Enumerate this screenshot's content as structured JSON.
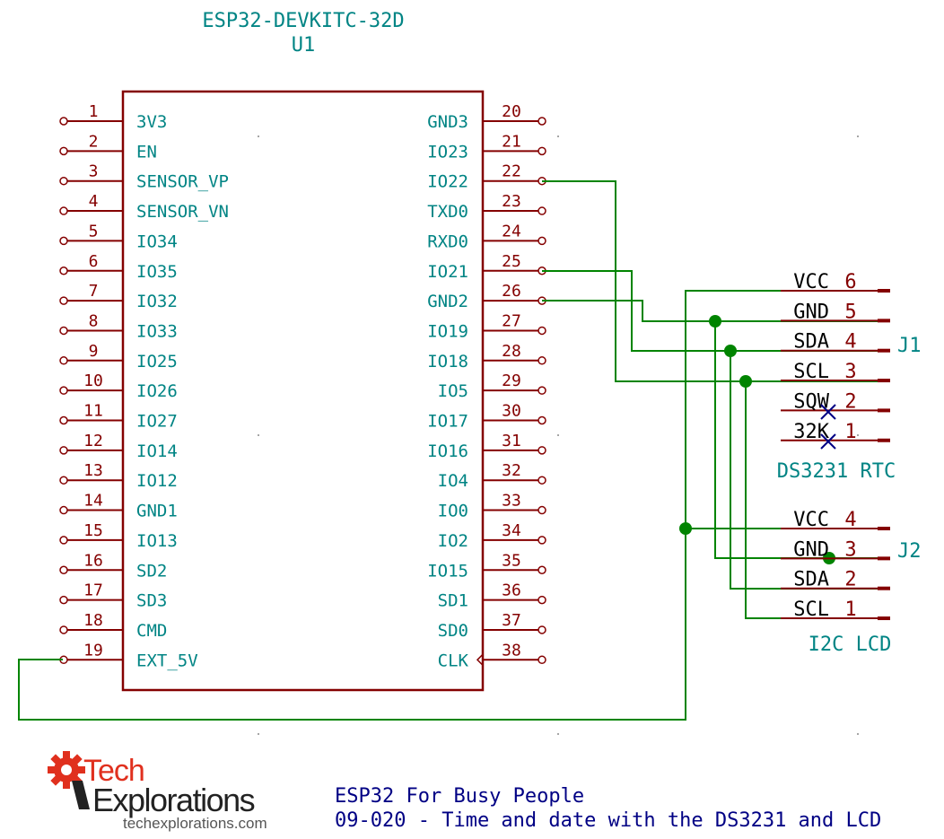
{
  "component": {
    "name": "ESP32-DEVKITC-32D",
    "ref": "U1",
    "left_pins": [
      {
        "num": "1",
        "label": "3V3"
      },
      {
        "num": "2",
        "label": "EN"
      },
      {
        "num": "3",
        "label": "SENSOR_VP"
      },
      {
        "num": "4",
        "label": "SENSOR_VN"
      },
      {
        "num": "5",
        "label": "IO34"
      },
      {
        "num": "6",
        "label": "IO35"
      },
      {
        "num": "7",
        "label": "IO32"
      },
      {
        "num": "8",
        "label": "IO33"
      },
      {
        "num": "9",
        "label": "IO25"
      },
      {
        "num": "10",
        "label": "IO26"
      },
      {
        "num": "11",
        "label": "IO27"
      },
      {
        "num": "12",
        "label": "IO14"
      },
      {
        "num": "13",
        "label": "IO12"
      },
      {
        "num": "14",
        "label": "GND1"
      },
      {
        "num": "15",
        "label": "IO13"
      },
      {
        "num": "16",
        "label": "SD2"
      },
      {
        "num": "17",
        "label": "SD3"
      },
      {
        "num": "18",
        "label": "CMD"
      },
      {
        "num": "19",
        "label": "EXT_5V"
      }
    ],
    "right_pins": [
      {
        "num": "20",
        "label": "GND3"
      },
      {
        "num": "21",
        "label": "IO23"
      },
      {
        "num": "22",
        "label": "IO22"
      },
      {
        "num": "23",
        "label": "TXD0"
      },
      {
        "num": "24",
        "label": "RXD0"
      },
      {
        "num": "25",
        "label": "IO21"
      },
      {
        "num": "26",
        "label": "GND2"
      },
      {
        "num": "27",
        "label": "IO19"
      },
      {
        "num": "28",
        "label": "IO18"
      },
      {
        "num": "29",
        "label": "IO5"
      },
      {
        "num": "30",
        "label": "IO17"
      },
      {
        "num": "31",
        "label": "IO16"
      },
      {
        "num": "32",
        "label": "IO4"
      },
      {
        "num": "33",
        "label": "IO0"
      },
      {
        "num": "34",
        "label": "IO2"
      },
      {
        "num": "35",
        "label": "IO15"
      },
      {
        "num": "36",
        "label": "SD1"
      },
      {
        "num": "37",
        "label": "SD0"
      },
      {
        "num": "38",
        "label": "CLK"
      }
    ]
  },
  "connectors": [
    {
      "ref": "J1",
      "value": "DS3231 RTC",
      "pins": [
        {
          "label": "VCC",
          "num": "6"
        },
        {
          "label": "GND",
          "num": "5"
        },
        {
          "label": "SDA",
          "num": "4"
        },
        {
          "label": "SCL",
          "num": "3"
        },
        {
          "label": "SQW",
          "num": "2"
        },
        {
          "label": "32K",
          "num": "1"
        }
      ]
    },
    {
      "ref": "J2",
      "value": "I2C LCD",
      "pins": [
        {
          "label": "VCC",
          "num": "4"
        },
        {
          "label": "GND",
          "num": "3"
        },
        {
          "label": "SDA",
          "num": "2"
        },
        {
          "label": "SCL",
          "num": "1"
        }
      ]
    }
  ],
  "logo": {
    "word1": "Tech",
    "word2": "Explorations",
    "url": "techexplorations.com"
  },
  "title_block": {
    "line1": "ESP32 For Busy People",
    "line2": "09-020 - Time and date with the DS3231 and LCD"
  },
  "colors": {
    "component": "#840000",
    "text": "#008484",
    "wire": "#008400",
    "noconnect": "#000084",
    "logo_red": "#e0301e",
    "logo_text": "#222222",
    "logo_gray": "#555555"
  }
}
